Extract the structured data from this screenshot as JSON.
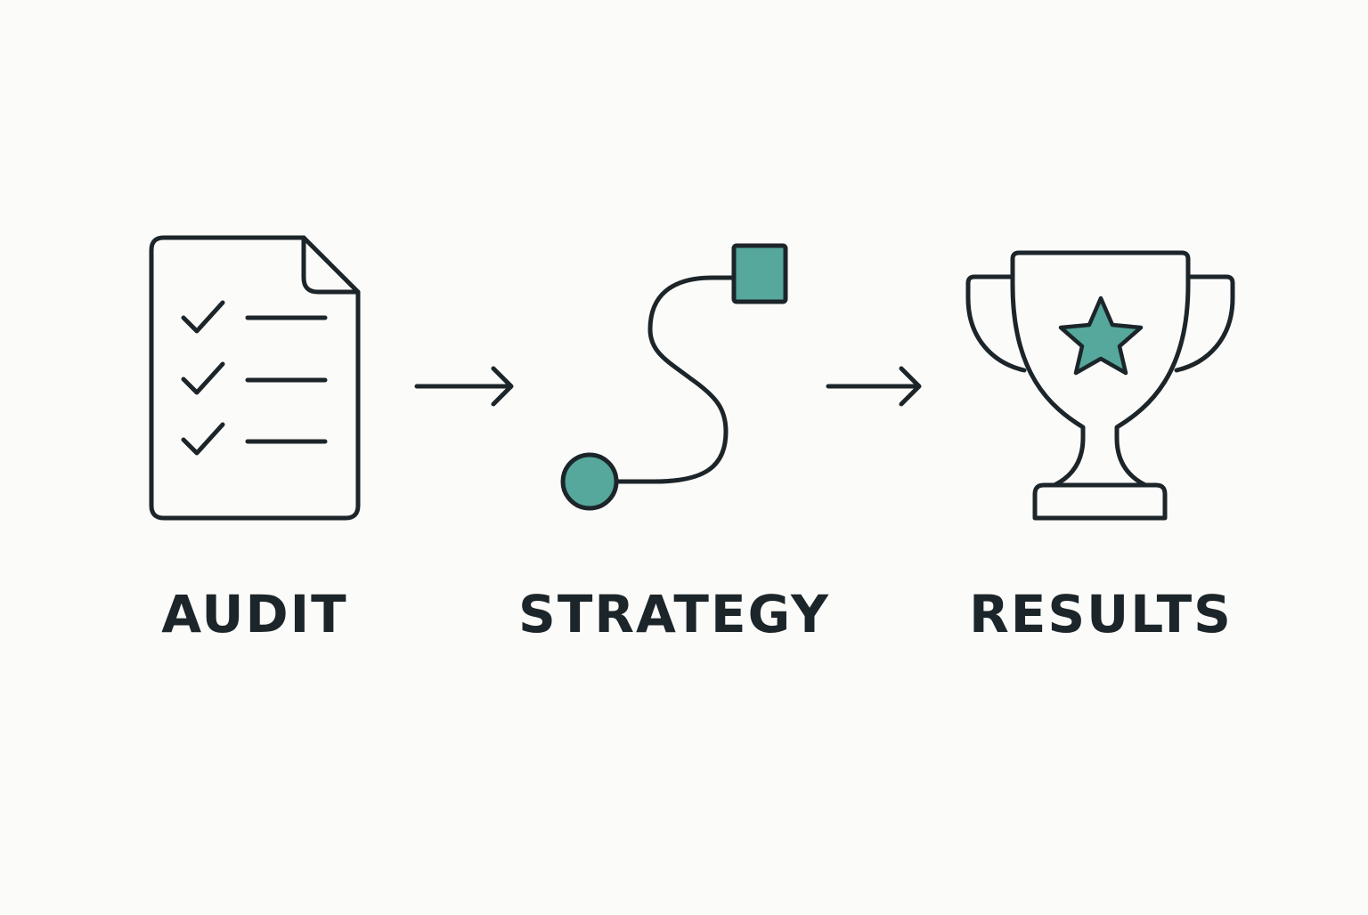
{
  "colors": {
    "background": "#fbfbf9",
    "ink": "#1c2529",
    "accent": "#55a89b"
  },
  "steps": [
    {
      "label": "AUDIT",
      "icon": "checklist-document-icon"
    },
    {
      "label": "STRATEGY",
      "icon": "path-route-icon"
    },
    {
      "label": "RESULTS",
      "icon": "trophy-star-icon"
    }
  ],
  "connectors": [
    "arrow-right-icon",
    "arrow-right-icon"
  ]
}
